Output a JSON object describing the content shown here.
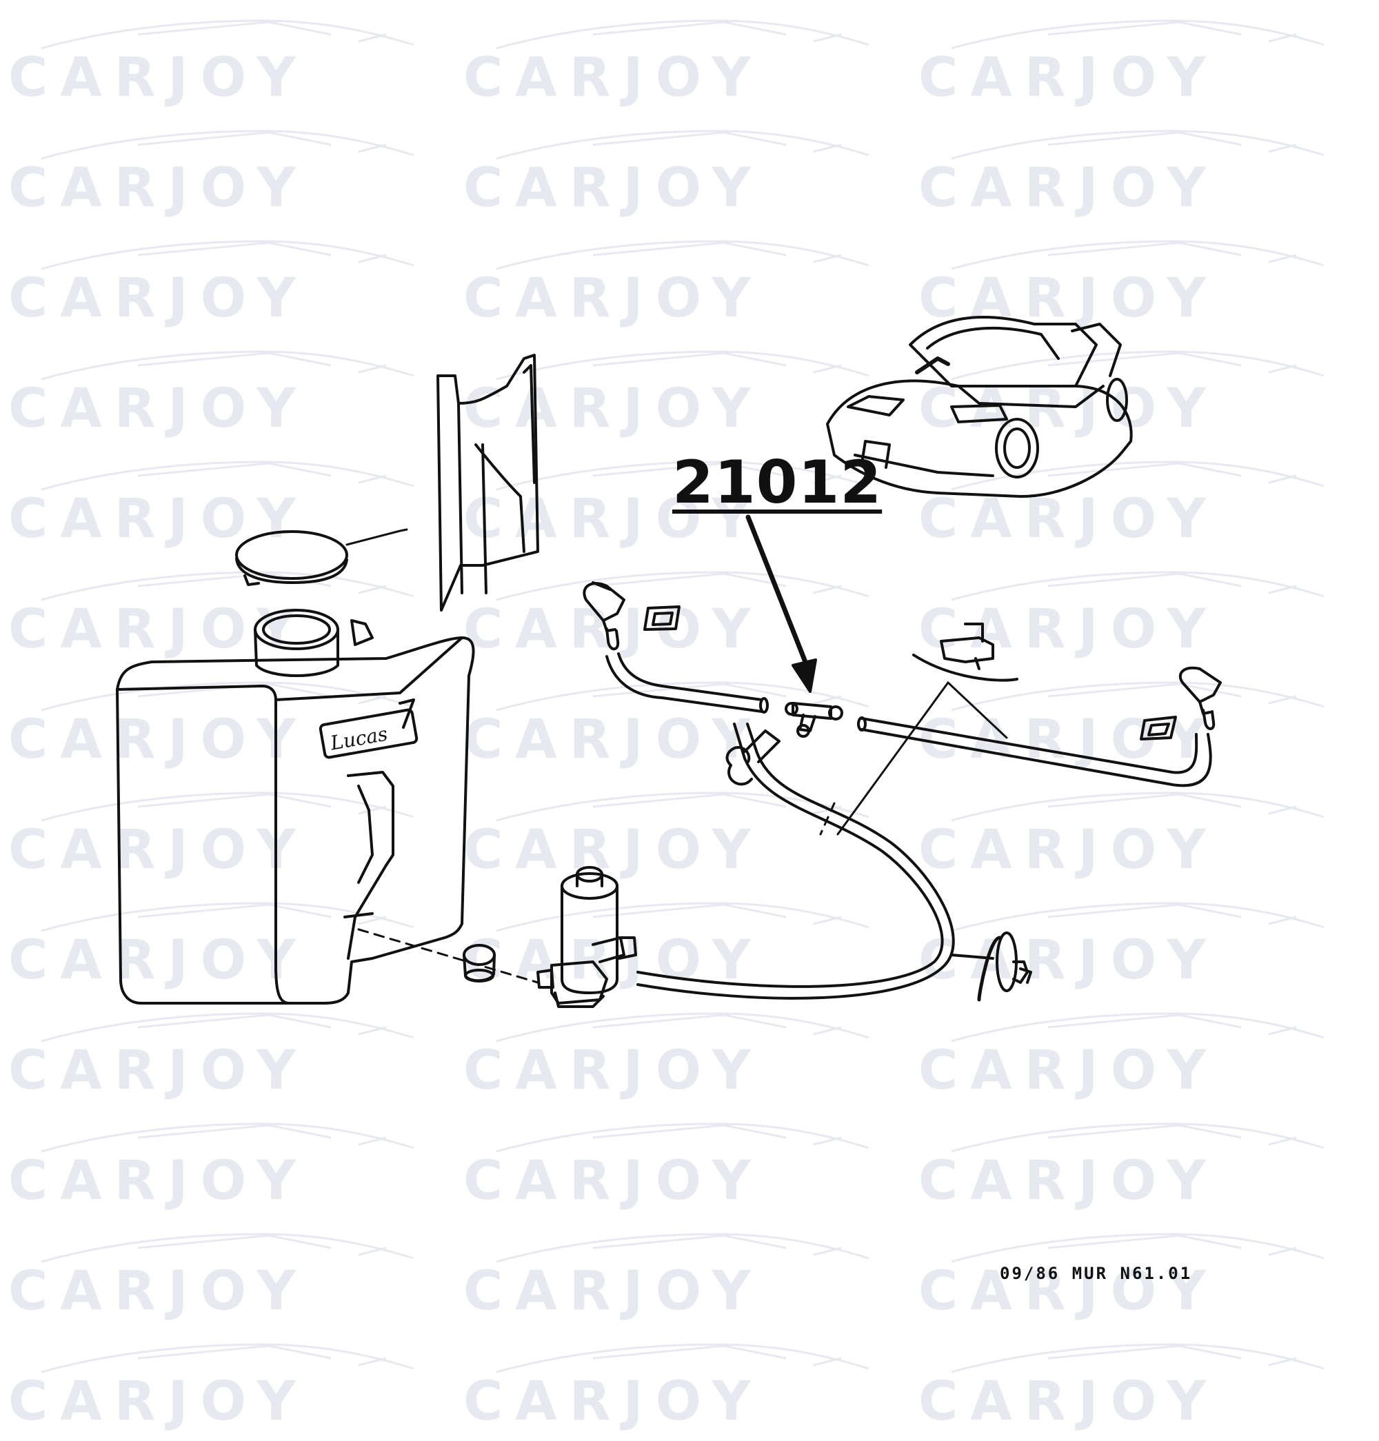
{
  "watermark": {
    "text": "CARJOY",
    "color": "#e6e9ef"
  },
  "diagram": {
    "part_number": "21012",
    "tank_brand": "Lucas",
    "reference_code": "09/86  MUR  N61.01"
  },
  "colors": {
    "line": "#111111",
    "background": "#ffffff"
  }
}
